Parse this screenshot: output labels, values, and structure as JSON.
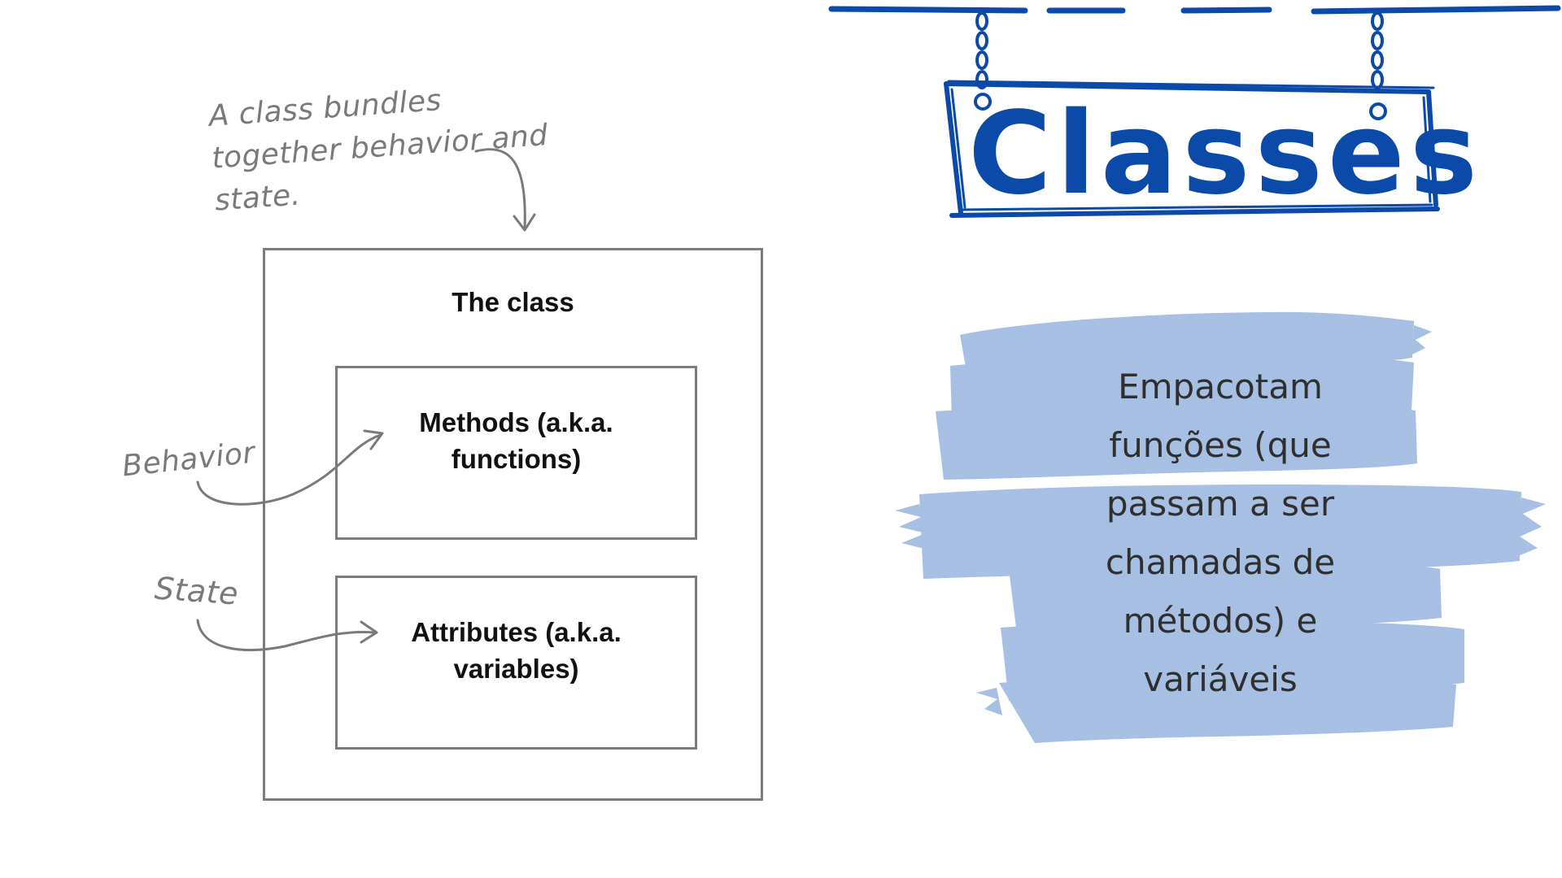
{
  "diagram": {
    "annotation_top": "A class bundles together behavior and state.",
    "label_behavior": "Behavior",
    "label_state": "State",
    "outer_title": "The class",
    "methods_box": "Methods (a.k.a.\nfunctions)",
    "attributes_box": "Attributes (a.k.a.\nvariables)"
  },
  "sign": {
    "title": "Classes"
  },
  "description": {
    "text": "Empacotam\nfunções (que\npassam a ser\nchamadas de\nmétodos) e\nvariáveis"
  },
  "colors": {
    "accent_blue": "#0b4aa8",
    "brush_blue": "#a7bfe2",
    "diagram_gray": "#7c7c7c"
  }
}
